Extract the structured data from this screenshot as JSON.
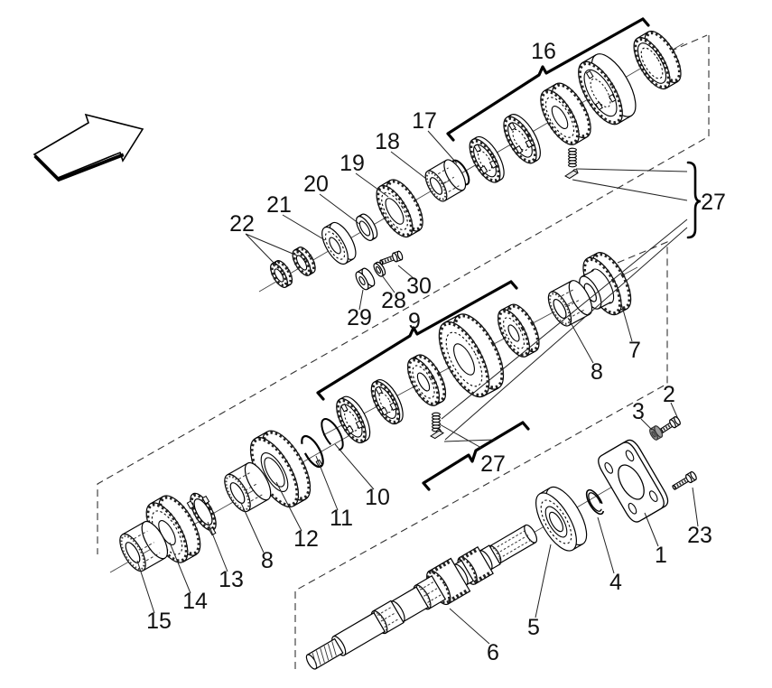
{
  "figure": {
    "kind": "exploded-parts-diagram",
    "colors": {
      "background": "#ffffff",
      "line": "#000000",
      "metal_gray": "#9c9c9c"
    },
    "direction_arrow_icon": "block-arrow-right-icon"
  },
  "callouts": {
    "1": "1",
    "2": "2",
    "3": "3",
    "4": "4",
    "5": "5",
    "6": "6",
    "7": "7",
    "8": "8",
    "9": "9",
    "10": "10",
    "11": "11",
    "12": "12",
    "13": "13",
    "14": "14",
    "15": "15",
    "16": "16",
    "17": "17",
    "18": "18",
    "19": "19",
    "20": "20",
    "21": "21",
    "22": "22",
    "23": "23",
    "27": "27",
    "28": "28",
    "29": "29",
    "30": "30"
  }
}
